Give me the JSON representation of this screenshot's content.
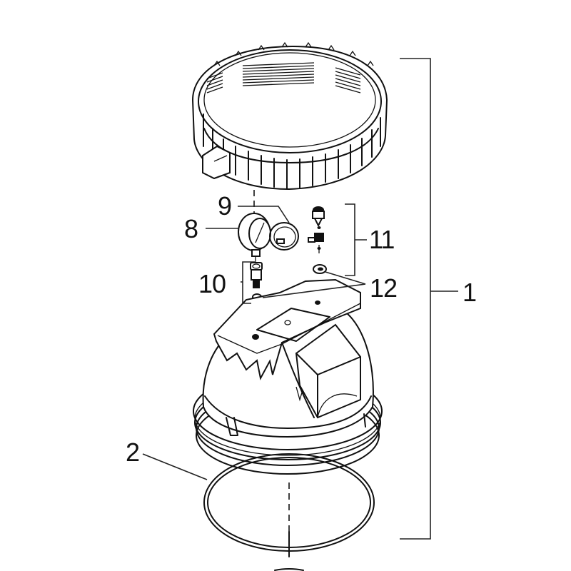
{
  "diagram": {
    "type": "exploded-parts-diagram",
    "subject": "Filter lid assembly",
    "callouts": [
      {
        "id": "1",
        "label": "1",
        "part": "lid-assembly-bracket"
      },
      {
        "id": "2",
        "label": "2",
        "part": "o-ring"
      },
      {
        "id": "8",
        "label": "8",
        "part": "pressure-gauge"
      },
      {
        "id": "9",
        "label": "9",
        "part": "gauge-clip"
      },
      {
        "id": "10",
        "label": "10",
        "part": "gauge-adapter-with-washer"
      },
      {
        "id": "11",
        "label": "11",
        "part": "air-relief-valve-assembly"
      },
      {
        "id": "12",
        "label": "12",
        "part": "washers"
      }
    ],
    "colors": {
      "line": "#111111",
      "background": "#ffffff"
    }
  }
}
